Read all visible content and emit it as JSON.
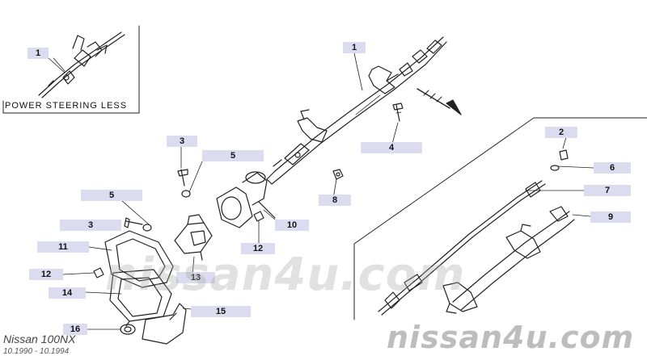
{
  "inset": {
    "label": "POWER STEERING LESS"
  },
  "callouts": [
    {
      "key": "inset-1",
      "text": "1"
    },
    {
      "key": "col-1",
      "text": "1"
    },
    {
      "key": "c2",
      "text": "2"
    },
    {
      "key": "c3a",
      "text": "3"
    },
    {
      "key": "c3b",
      "text": "3"
    },
    {
      "key": "c4",
      "text": "4"
    },
    {
      "key": "c5a",
      "text": "5"
    },
    {
      "key": "c5b",
      "text": "5"
    },
    {
      "key": "c6",
      "text": "6"
    },
    {
      "key": "c7",
      "text": "7"
    },
    {
      "key": "c8",
      "text": "8"
    },
    {
      "key": "c9",
      "text": "9"
    },
    {
      "key": "c10",
      "text": "10"
    },
    {
      "key": "c11",
      "text": "11"
    },
    {
      "key": "c12a",
      "text": "12"
    },
    {
      "key": "c12b",
      "text": "12"
    },
    {
      "key": "c13",
      "text": "13"
    },
    {
      "key": "c14",
      "text": "14"
    },
    {
      "key": "c15",
      "text": "15"
    },
    {
      "key": "c16",
      "text": "16"
    }
  ],
  "watermark": {
    "text": "nissan4u.com"
  },
  "footer": {
    "model": "Nissan 100NX",
    "years": "10.1990 - 10.1994"
  }
}
